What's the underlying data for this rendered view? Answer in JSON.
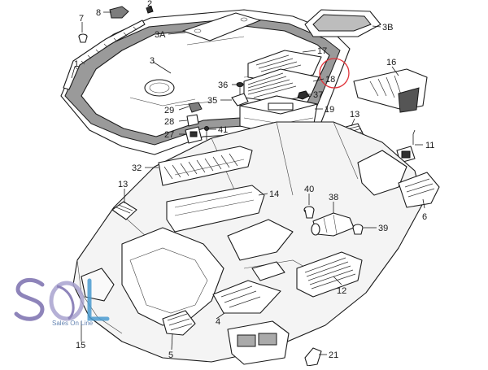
{
  "callouts": [
    {
      "id": "c7",
      "text": "7"
    },
    {
      "id": "c8",
      "text": "8"
    },
    {
      "id": "c2",
      "text": "2"
    },
    {
      "id": "c1",
      "text": "1"
    },
    {
      "id": "c3a",
      "text": "3A"
    },
    {
      "id": "c3b",
      "text": "3B"
    },
    {
      "id": "c3",
      "text": "3"
    },
    {
      "id": "c17",
      "text": "17"
    },
    {
      "id": "c16",
      "text": "16"
    },
    {
      "id": "c36",
      "text": "36"
    },
    {
      "id": "c18",
      "text": "18"
    },
    {
      "id": "c37",
      "text": "37"
    },
    {
      "id": "c35",
      "text": "35"
    },
    {
      "id": "c29",
      "text": "29"
    },
    {
      "id": "c19",
      "text": "19"
    },
    {
      "id": "c28",
      "text": "28"
    },
    {
      "id": "c13a",
      "text": "13"
    },
    {
      "id": "c27",
      "text": "27"
    },
    {
      "id": "c41",
      "text": "41"
    },
    {
      "id": "c11",
      "text": "11"
    },
    {
      "id": "c32",
      "text": "32"
    },
    {
      "id": "c13b",
      "text": "13"
    },
    {
      "id": "c14",
      "text": "14"
    },
    {
      "id": "c40",
      "text": "40"
    },
    {
      "id": "c38",
      "text": "38"
    },
    {
      "id": "c6",
      "text": "6"
    },
    {
      "id": "c39",
      "text": "39"
    },
    {
      "id": "c12",
      "text": "12"
    },
    {
      "id": "c15",
      "text": "15"
    },
    {
      "id": "c4",
      "text": "4"
    },
    {
      "id": "c5",
      "text": "5"
    },
    {
      "id": "c21",
      "text": "21"
    }
  ],
  "watermark": {
    "logo_text": "SOL",
    "tagline": "Sales On Line",
    "colors": {
      "s": "#7b6fae",
      "o": "#a9a3cf",
      "l": "#4a9bd0"
    }
  },
  "highlight_color": "#e0333a",
  "line_color": "#1b1b1b"
}
